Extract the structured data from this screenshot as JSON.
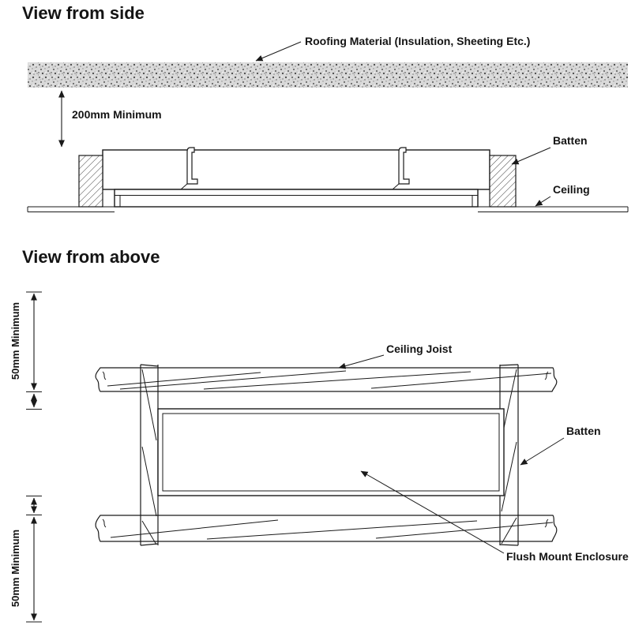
{
  "side_view": {
    "title": "View from side",
    "labels": {
      "roofing": "Roofing Material (Insulation, Sheeting Etc.)",
      "clearance": "200mm Minimum",
      "batten": "Batten",
      "ceiling": "Ceiling"
    }
  },
  "above_view": {
    "title": "View from above",
    "labels": {
      "clearance_top": "50mm Minimum",
      "clearance_bottom": "50mm Minimum",
      "ceiling_joist": "Ceiling Joist",
      "batten": "Batten",
      "flush_mount_enclosure": "Flush Mount Enclosure"
    }
  },
  "colors": {
    "ink": "#1a1a1a",
    "paper": "#ffffff"
  }
}
